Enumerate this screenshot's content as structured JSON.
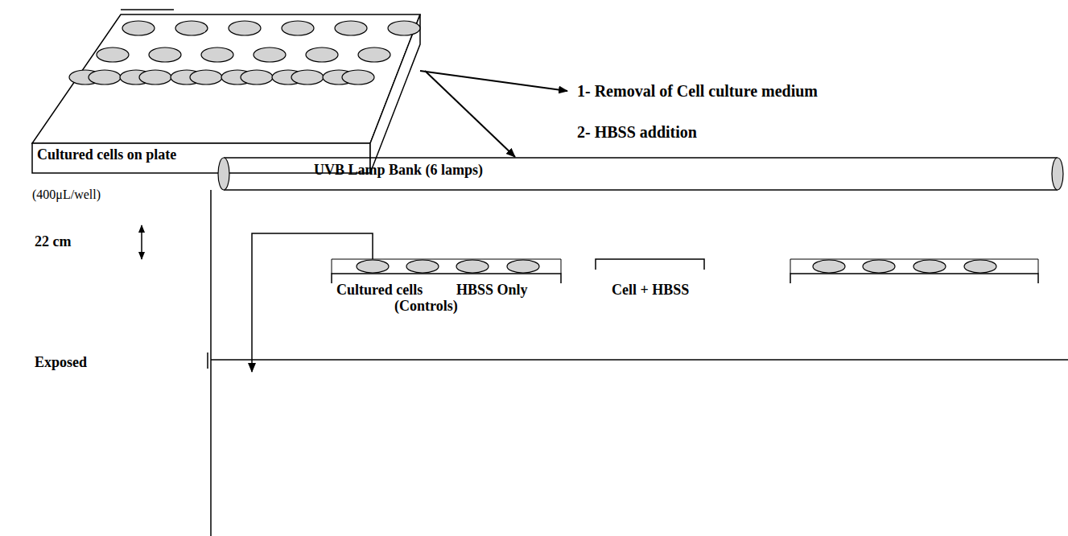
{
  "diagram": {
    "nodes": [
      {
        "text": [
          "Cultured cells on plate"
        ]
      },
      {
        "text": [
          "UVB Lamp Bank (6 lamps)"
        ]
      }
    ],
    "edges": [
      {
        "from": 0,
        "to": 1,
        "arrow": "to"
      }
    ],
    "labels": [
      "1- Removal of Cell culture medium",
      "2- HBSS addition",
      "(400μL/well)",
      "22 cm",
      "Exposed",
      "Cultured cells",
      "HBSS Only",
      "(Controls)",
      "Cell + HBSS"
    ]
  }
}
